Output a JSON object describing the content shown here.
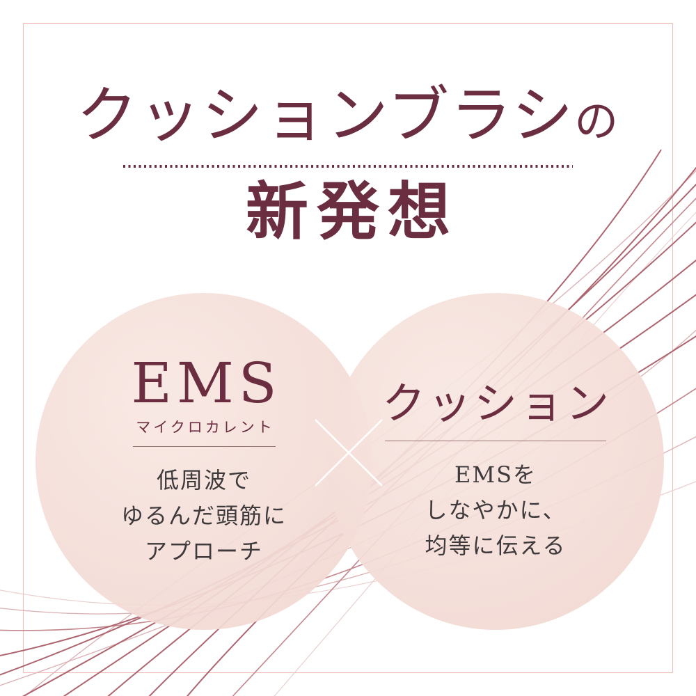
{
  "colors": {
    "maroon": "#6b2d40",
    "body-text": "#3e393b",
    "circle-fill-light": "#f8e7e2",
    "circle-fill-deep": "#f1d5cf",
    "frame-pink": "#f0bcb6",
    "curve-dark": "#ad6570",
    "curve-light": "#dcb4b7",
    "underline": "#9b7474",
    "cross-white": "#ffffff"
  },
  "header": {
    "title_main": "クッションブラシ",
    "title_particle": "の",
    "subtitle": "新発想"
  },
  "left_circle": {
    "heading": "EMS",
    "subheading": "マイクロカレント",
    "lines": [
      "低周波で",
      "ゆるんだ頭筋に",
      "アプローチ"
    ]
  },
  "right_circle": {
    "heading": "クッション",
    "lines": [
      "EMSを",
      "しなやかに、",
      "均等に伝える"
    ]
  },
  "connector": {
    "symbol": "×"
  }
}
